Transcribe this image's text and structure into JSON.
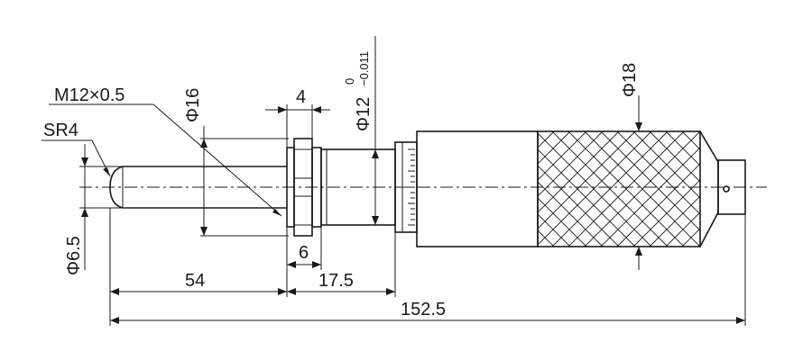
{
  "labels": {
    "thread": "M12×0.5",
    "sphere_radius": "SR4",
    "spindle_dia": "Φ6.5",
    "thread_dia": "Φ16",
    "nut_width": "4",
    "sleeve_dia": "Φ12",
    "sleeve_tol_upper": "0",
    "sleeve_tol_lower": "−0.011",
    "thimble_dia": "Φ18",
    "nut_length": "6",
    "spindle_length": "54",
    "sleeve_length": "17.5",
    "overall_length": "152.5"
  }
}
